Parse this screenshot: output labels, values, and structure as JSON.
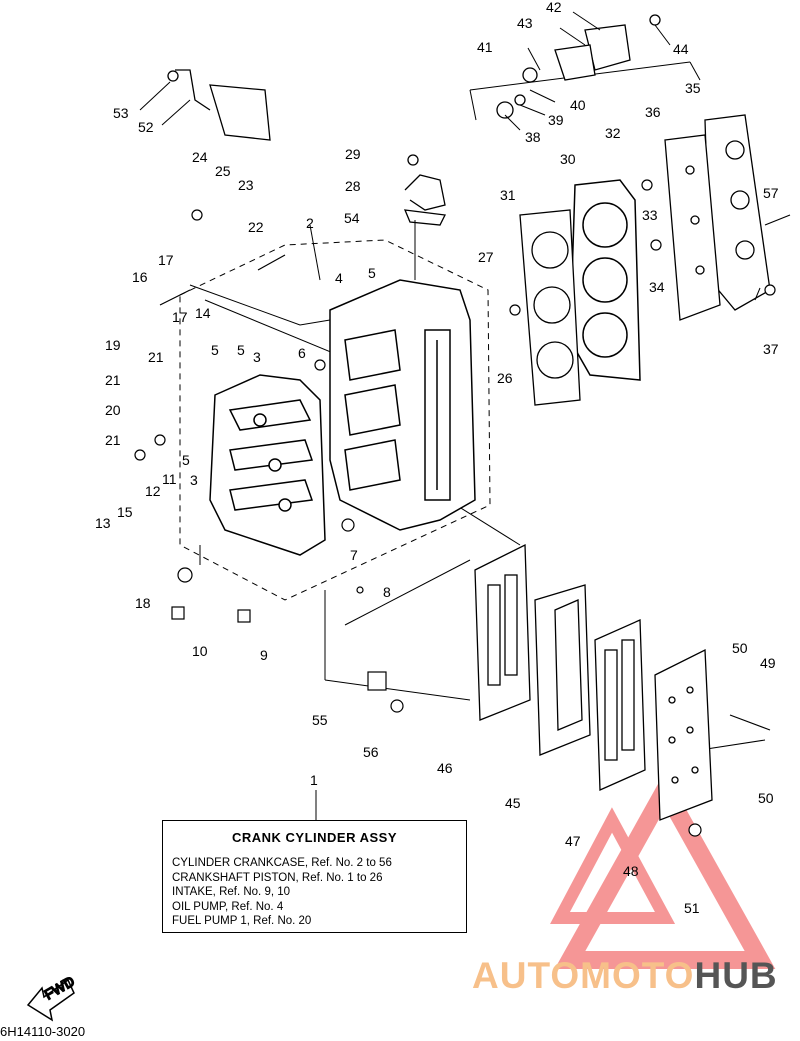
{
  "callouts": [
    "1",
    "2",
    "3",
    "3",
    "4",
    "5",
    "5",
    "5",
    "5",
    "6",
    "7",
    "8",
    "9",
    "10",
    "11",
    "12",
    "13",
    "14",
    "15",
    "16",
    "17",
    "17",
    "18",
    "19",
    "20",
    "21",
    "21",
    "21",
    "22",
    "23",
    "24",
    "25",
    "26",
    "27",
    "28",
    "29",
    "30",
    "31",
    "32",
    "33",
    "34",
    "35",
    "36",
    "37",
    "38",
    "39",
    "40",
    "41",
    "42",
    "43",
    "44",
    "45",
    "46",
    "47",
    "48",
    "49",
    "50",
    "50",
    "51",
    "52",
    "53",
    "54",
    "55",
    "56",
    "57"
  ],
  "info_box": {
    "title": "CRANK CYLINDER ASSY",
    "lines": [
      "CYLINDER CRANKCASE,  Ref. No. 2 to 56",
      "CRANKSHAFT PISTON,  Ref. No. 1 to 26",
      "INTAKE, Ref. No. 9, 10",
      "OIL PUMP, Ref. No. 4",
      "FUEL PUMP 1, Ref. No. 20"
    ]
  },
  "fwd_label": "FWD",
  "part_code": "6H14110-3020",
  "watermark": {
    "part1": "AUTOMOTO",
    "part2": "HUB",
    "color_primary": "#f7c08a",
    "color_secondary": "#555555",
    "logo_color": "#f26b6b"
  }
}
